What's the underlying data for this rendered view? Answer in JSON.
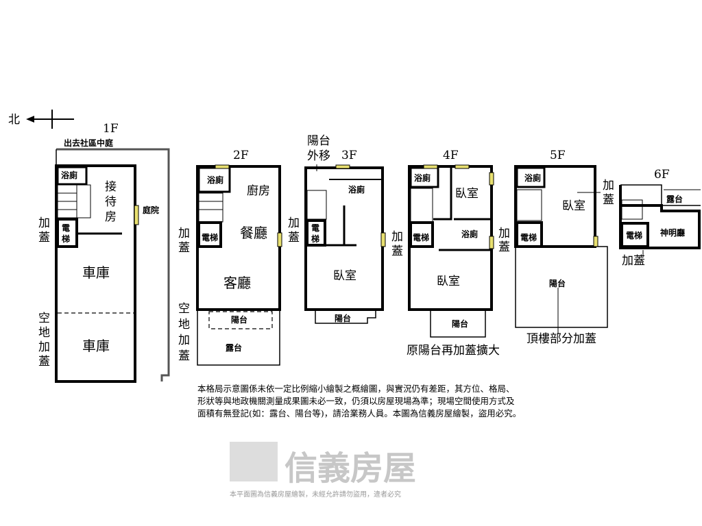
{
  "compass": {
    "north_label": "北"
  },
  "floors": {
    "f1": {
      "title": "1F",
      "exit": "出去社區中庭",
      "bath": "浴廁",
      "reception": [
        "接",
        "待",
        "房"
      ],
      "courtyard": "庭院",
      "addon": [
        "加",
        "蓋"
      ],
      "elevator": [
        "電",
        "梯"
      ],
      "garage1": "車庫",
      "garage2": "車庫",
      "vacant_addon_left": [
        "空",
        "地",
        "加",
        "蓋"
      ],
      "vacant_addon_right": [
        "空",
        "地",
        "加",
        "蓋"
      ]
    },
    "f2": {
      "title": "2F",
      "bath": "浴廁",
      "kitchen": "廚房",
      "dining": "餐廳",
      "living": "客廳",
      "addon": [
        "加",
        "蓋"
      ],
      "elevator": "電梯",
      "balcony": "陽台",
      "terrace": "露台"
    },
    "f3": {
      "title": "3F",
      "balcony_moved": [
        "陽台",
        "外移"
      ],
      "bath": "浴廁",
      "elevator": [
        "電",
        "梯"
      ],
      "addon": [
        "加",
        "蓋"
      ],
      "bedroom": "臥室",
      "balcony": "陽台"
    },
    "f4": {
      "title": "4F",
      "bath1": "浴廁",
      "bedroom1": "臥室",
      "bath2": "浴廁",
      "addon": [
        "加",
        "蓋"
      ],
      "elevator": "電梯",
      "bedroom2": "臥室",
      "balcony": "陽台",
      "note": "原陽台再加蓋擴大"
    },
    "f5": {
      "title": "5F",
      "bath": "浴廁",
      "bedroom": "臥室",
      "addon_right": [
        "加",
        "蓋"
      ],
      "addon_left": [
        "加",
        "蓋"
      ],
      "elevator": "電梯",
      "balcony": "陽台",
      "note": "頂樓部分加蓋"
    },
    "f6": {
      "title": "6F",
      "terrace": "露台",
      "shrine": "神明廳",
      "elevator": "電梯",
      "addon": "加蓋"
    }
  },
  "watermark": {
    "brand": "信義房屋",
    "text": "本平面圖為信義房屋繪製，未經允許請勿盜用，違者必究"
  },
  "disclaimer": [
    "本格局示意圖係未依一定比例縮小繪製之概繪圖，與實況仍有差距，其方位、格局、",
    "形狀等與地政機關測量成果圖未必一致，仍須以房屋現場為準；現場空間使用方式及",
    "面積有無登記(如：露台、陽台等)，請洽業務人員。本圖為信義房屋繪製，盜用必究。"
  ],
  "colors": {
    "wall": "#000000",
    "window": "#e8e070",
    "watermark": "#9a9a9a"
  }
}
